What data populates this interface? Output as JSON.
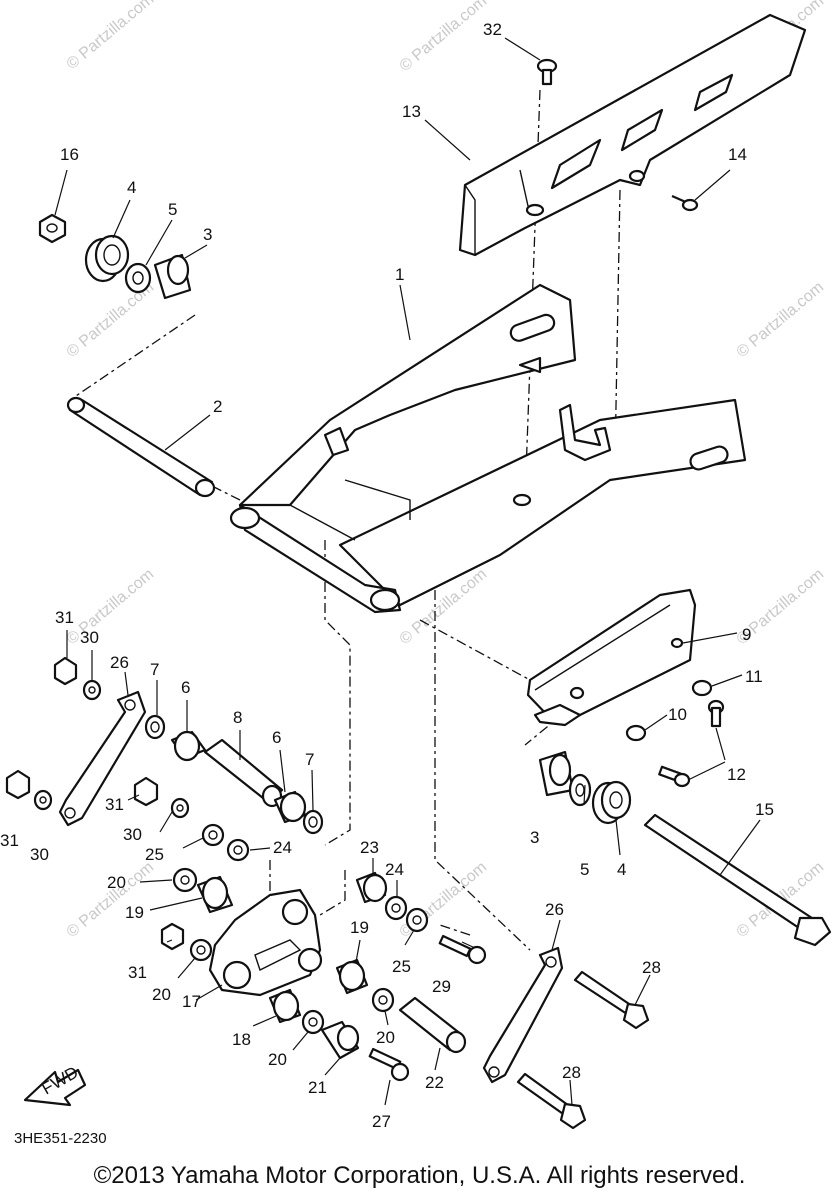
{
  "watermark": "© Partzilla.com",
  "diagram_code": "3HE351-2230",
  "copyright": "©2013 Yamaha Motor Corporation, U.S.A. All rights reserved.",
  "fwd_label": "FWD",
  "callouts": [
    "32",
    "13",
    "14",
    "16",
    "4",
    "5",
    "3",
    "1",
    "2",
    "9",
    "11",
    "10",
    "12",
    "31",
    "30",
    "26",
    "7",
    "6",
    "8",
    "6",
    "7",
    "31",
    "30",
    "31",
    "30",
    "25",
    "24",
    "23",
    "24",
    "20",
    "19",
    "3",
    "5",
    "4",
    "15",
    "19",
    "25",
    "26",
    "29",
    "31",
    "20",
    "17",
    "18",
    "20",
    "20",
    "28",
    "21",
    "22",
    "27",
    "28"
  ]
}
